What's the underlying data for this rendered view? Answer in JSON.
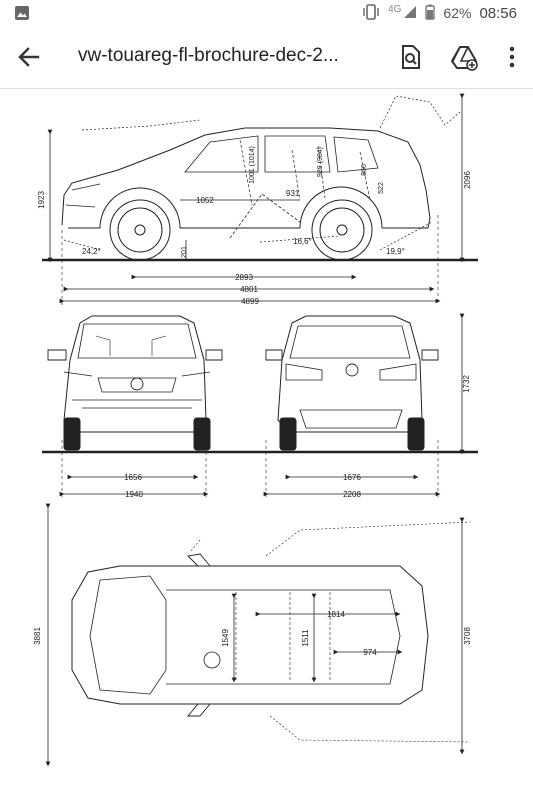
{
  "status_bar": {
    "network": "4G",
    "battery": "62%",
    "time": "08:56"
  },
  "app_bar": {
    "title": "vw-touareg-fl-brochure-dec-2..."
  },
  "icons": {
    "back": "arrow-left-icon",
    "find": "find-in-page-icon",
    "drive": "add-to-drive-icon",
    "more": "more-vert-icon",
    "gallery": "image-icon",
    "vibrate": "vibrate-icon",
    "signal": "signal-icon",
    "battery": "battery-icon"
  },
  "drawing": {
    "side": {
      "height": "1923",
      "roof_height": "2096",
      "seat1": "1001 (1014)",
      "seat2": "989 (984)",
      "seat3": "866",
      "rear": "522",
      "legroom1": "1052",
      "legroom2": "931",
      "approach": "24,2°",
      "ramp": "16,6°",
      "departure": "19,9°",
      "clearance": "201",
      "wheelbase": "2893",
      "length_a": "4801",
      "length_b": "4899"
    },
    "front": {
      "track": "1656",
      "width": "1940"
    },
    "rear": {
      "height": "1732",
      "track": "1676",
      "width_mirrors": "2208"
    },
    "top": {
      "length_left": "3881",
      "length_right": "3708",
      "cargo_length": "1814",
      "width_a": "1549",
      "width_b": "1511",
      "trunk": "974"
    }
  }
}
